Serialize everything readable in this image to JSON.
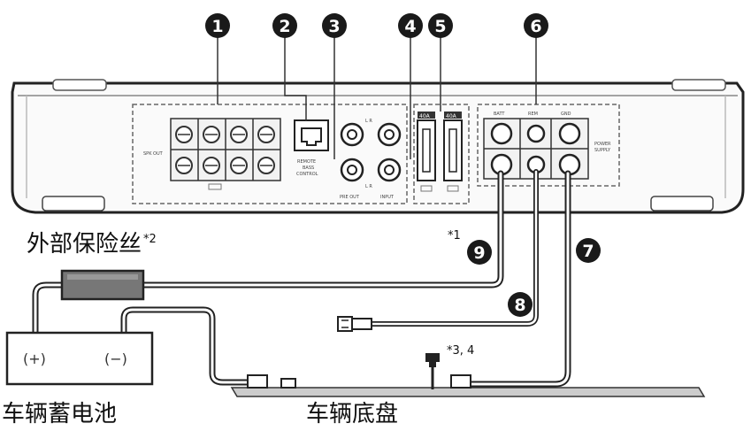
{
  "callouts": [
    "1",
    "2",
    "3",
    "4",
    "5",
    "6",
    "7",
    "8",
    "9"
  ],
  "panel": {
    "spk_out": "SPK OUT",
    "remote_bass_control": [
      "REMOTE",
      "BASS",
      "CONTROL"
    ],
    "pre_out": "PRE OUT",
    "input": "INPUT",
    "lr_top": "L   R",
    "lr_bottom": "L   R",
    "fuse_rating": "40A",
    "batt": "BATT",
    "rem": "REM",
    "gnd": "GND",
    "power_supply": [
      "POWER",
      "SUPPLY"
    ]
  },
  "labels": {
    "external_fuse": "外部保险丝",
    "external_fuse_note": "*2",
    "note_1": "*1",
    "note_3_4": "*3, 4",
    "battery": "车辆蓄电池",
    "battery_plus": "(+)",
    "battery_minus": "(−)",
    "chassis": "车辆底盘"
  },
  "colors": {
    "outline": "#222222",
    "panel_fill": "#f2f2f2",
    "callout_fill": "#1a1a1a",
    "fuse_fill": "#777777"
  }
}
